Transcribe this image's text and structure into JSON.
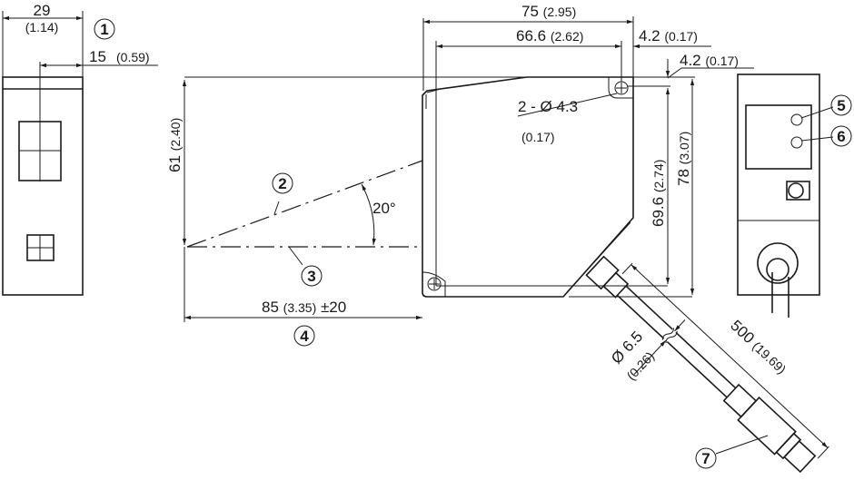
{
  "drawing": {
    "dims": {
      "width_mm": "29",
      "width_in": "(1.14)",
      "center_mm": "15",
      "center_in": "(0.59)",
      "height_beam_mm": "61",
      "height_beam_in": "(2.40)",
      "distance_mm": "85",
      "distance_in": "(3.35)",
      "distance_tol": "±20",
      "angle": "20°",
      "length_mm": "75",
      "length_in": "(2.95)",
      "hole_spacing_mm": "66.6",
      "hole_spacing_in": "(2.62)",
      "hole_offset_x_mm": "4.2",
      "hole_offset_x_in": "(0.17)",
      "hole_offset_y_mm": "4.2",
      "hole_offset_y_in": "(0.17)",
      "hole_label": "2 - Ø 4.3",
      "hole_label_in": "(0.17)",
      "hole_vspacing_mm": "69.6",
      "hole_vspacing_in": "(2.74)",
      "total_height_mm": "78",
      "total_height_in": "(3.07)",
      "cable_dia_mm": "Ø 6.5",
      "cable_dia_in": "(0.26)",
      "cable_len_mm": "500",
      "cable_len_in": "(19.69)"
    },
    "callouts": [
      "1",
      "2",
      "3",
      "4",
      "5",
      "6",
      "7"
    ]
  }
}
